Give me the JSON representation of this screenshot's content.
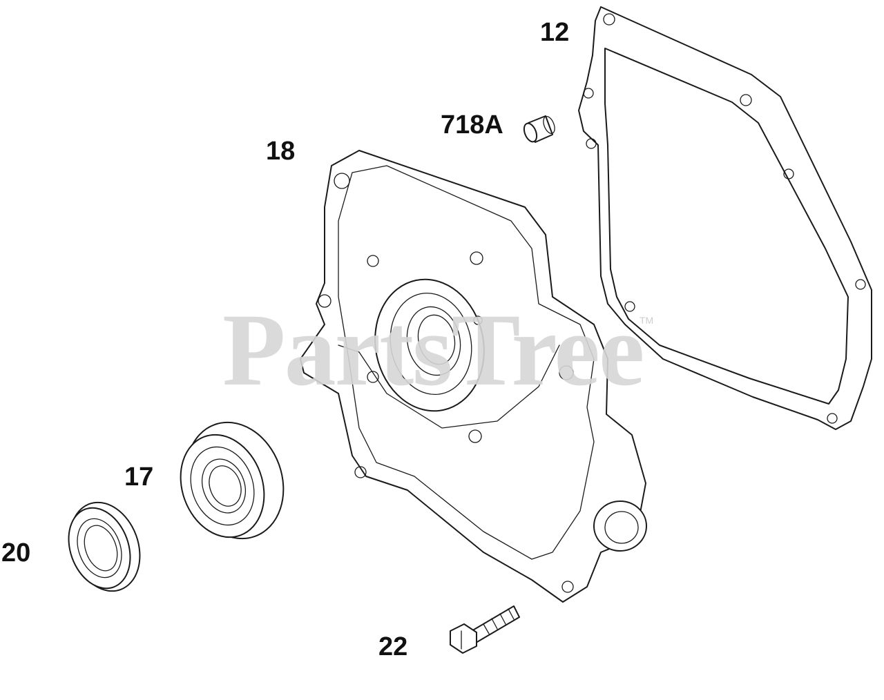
{
  "diagram": {
    "watermark": "PartsTree",
    "watermark_tm": "TM",
    "callouts": {
      "gasket": "12",
      "dowel_pin": "718A",
      "crankcase_cover": "18",
      "bearing": "17",
      "oil_seal": "20",
      "screw": "22"
    }
  }
}
